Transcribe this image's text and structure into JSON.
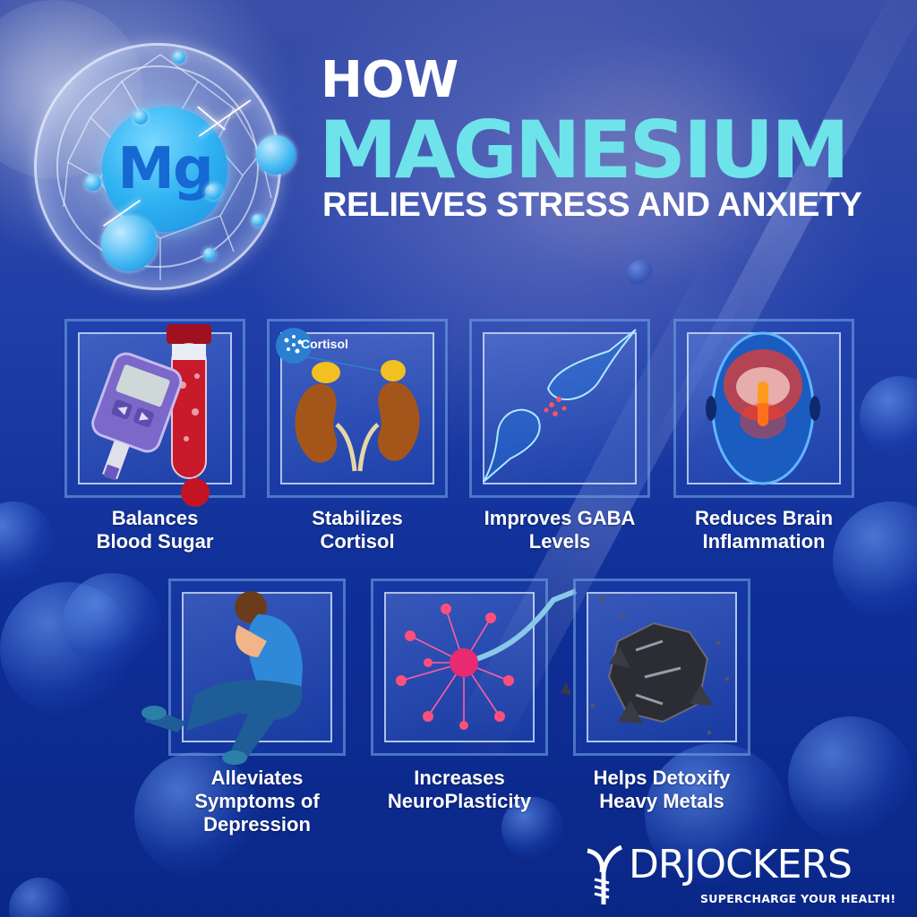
{
  "header": {
    "line1": "HOW",
    "line2": "MAGNESIUM",
    "line3": "RELIEVES STRESS AND ANXIETY",
    "colors": {
      "line1": "#ffffff",
      "line2": "#6fe3ea",
      "line3": "#ffffff"
    }
  },
  "atom": {
    "symbol": "Mg",
    "icon": "magnesium-atom-icon"
  },
  "benefits": [
    {
      "id": "blood-sugar",
      "line1": "Balances",
      "line2": "Blood Sugar",
      "icon": "glucose-meter-icon"
    },
    {
      "id": "cortisol",
      "line1": "Stabilizes",
      "line2": "Cortisol",
      "icon": "adrenal-kidney-icon",
      "illustration_label": "Cortisol"
    },
    {
      "id": "gaba",
      "line1": "Improves GABA",
      "line2": "Levels",
      "icon": "synapse-icon"
    },
    {
      "id": "brain-inflammation",
      "line1": "Reduces Brain",
      "line2": "Inflammation",
      "icon": "inflamed-brain-icon"
    },
    {
      "id": "depression",
      "line1": "Alleviates",
      "line2": "Symptoms of",
      "line3": "Depression",
      "icon": "depressed-person-icon"
    },
    {
      "id": "neuroplasticity",
      "line1": "Increases",
      "line2": "NeuroPlasticity",
      "icon": "neuron-icon"
    },
    {
      "id": "heavy-metals",
      "line1": "Helps Detoxify",
      "line2": "Heavy Metals",
      "icon": "heavy-metal-rock-icon"
    }
  ],
  "brand": {
    "name": "DRJOCKERS",
    "tagline": "SUPERCHARGE YOUR HEALTH!",
    "icon": "dna-leaf-logo-icon"
  },
  "colors": {
    "background_top": "#3a4fa8",
    "background_bottom": "#0a2787",
    "accent": "#6fe3ea"
  }
}
